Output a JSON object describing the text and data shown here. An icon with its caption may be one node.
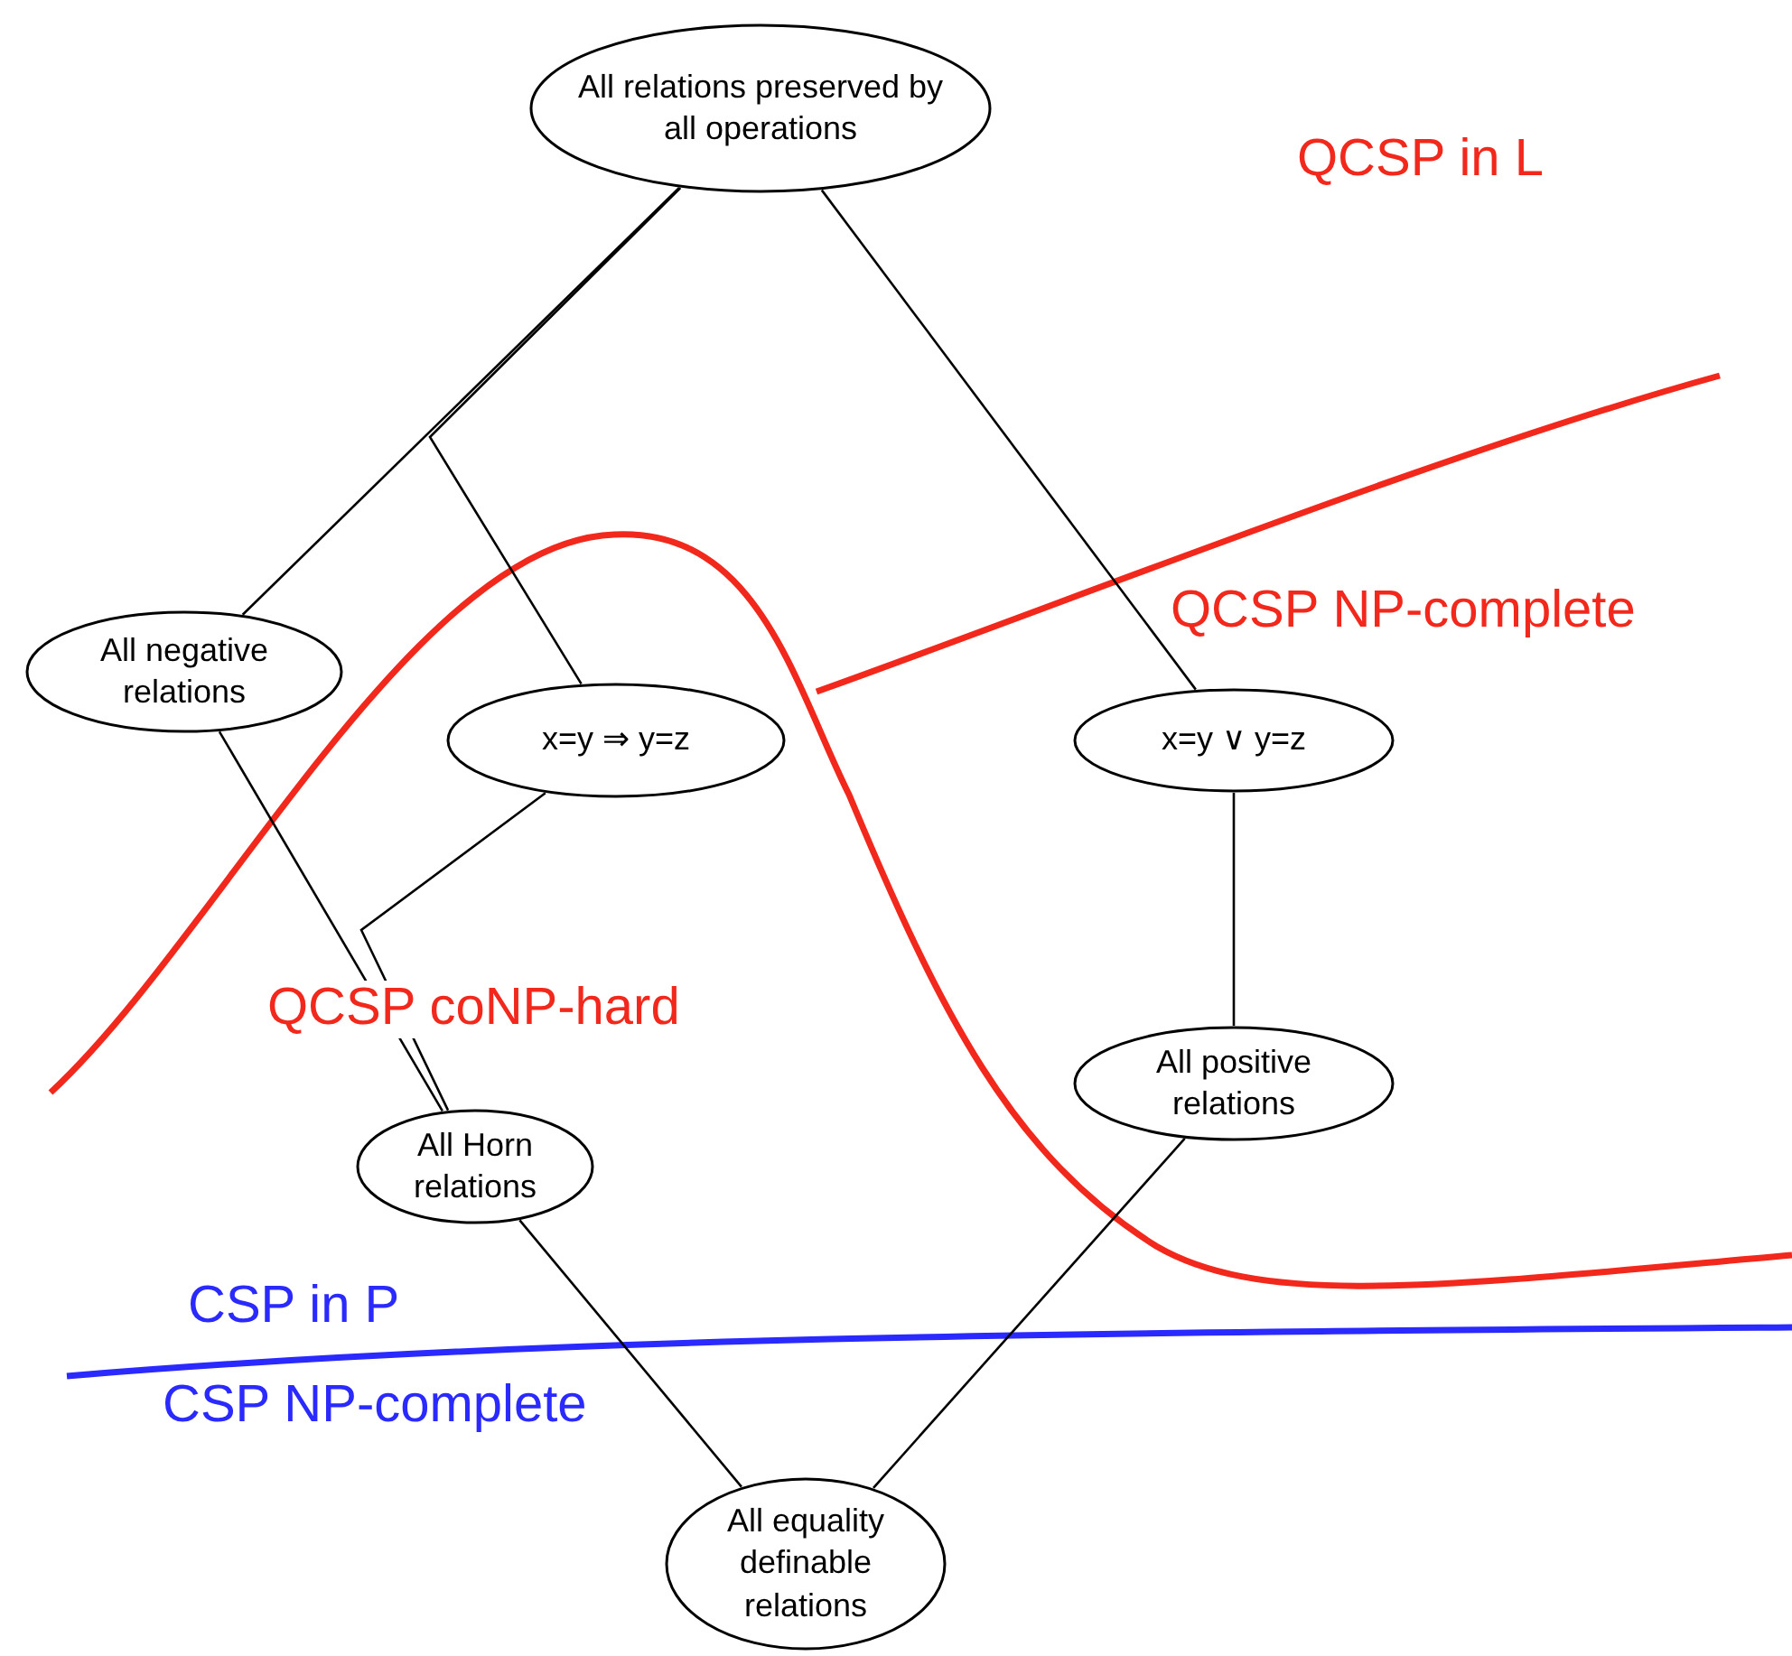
{
  "diagram": {
    "nodes": [
      {
        "text": [
          "All relations preserved by all operations"
        ]
      },
      {
        "text": [
          "All negative relations"
        ]
      },
      {
        "text": [
          "x=y ⇒ y=z"
        ]
      },
      {
        "text": [
          "x=y ∨ y=z"
        ]
      },
      {
        "text": [
          "All positive relations"
        ]
      },
      {
        "text": [
          "All Horn relations"
        ]
      },
      {
        "text": [
          "All equality definable relations"
        ]
      }
    ],
    "edges": [
      {
        "from": 0,
        "to": 1,
        "arrow": "none"
      },
      {
        "from": 0,
        "to": 2,
        "arrow": "none"
      },
      {
        "from": 0,
        "to": 3,
        "arrow": "none"
      },
      {
        "from": 1,
        "to": 5,
        "arrow": "none"
      },
      {
        "from": 2,
        "to": 5,
        "arrow": "none"
      },
      {
        "from": 3,
        "to": 4,
        "arrow": "none"
      },
      {
        "from": 5,
        "to": 6,
        "arrow": "none"
      },
      {
        "from": 4,
        "to": 6,
        "arrow": "none"
      }
    ],
    "labels": [
      "QCSP in L",
      "QCSP NP-complete",
      "QCSP coNP-hard",
      "CSP in P",
      "CSP NP-complete"
    ]
  }
}
